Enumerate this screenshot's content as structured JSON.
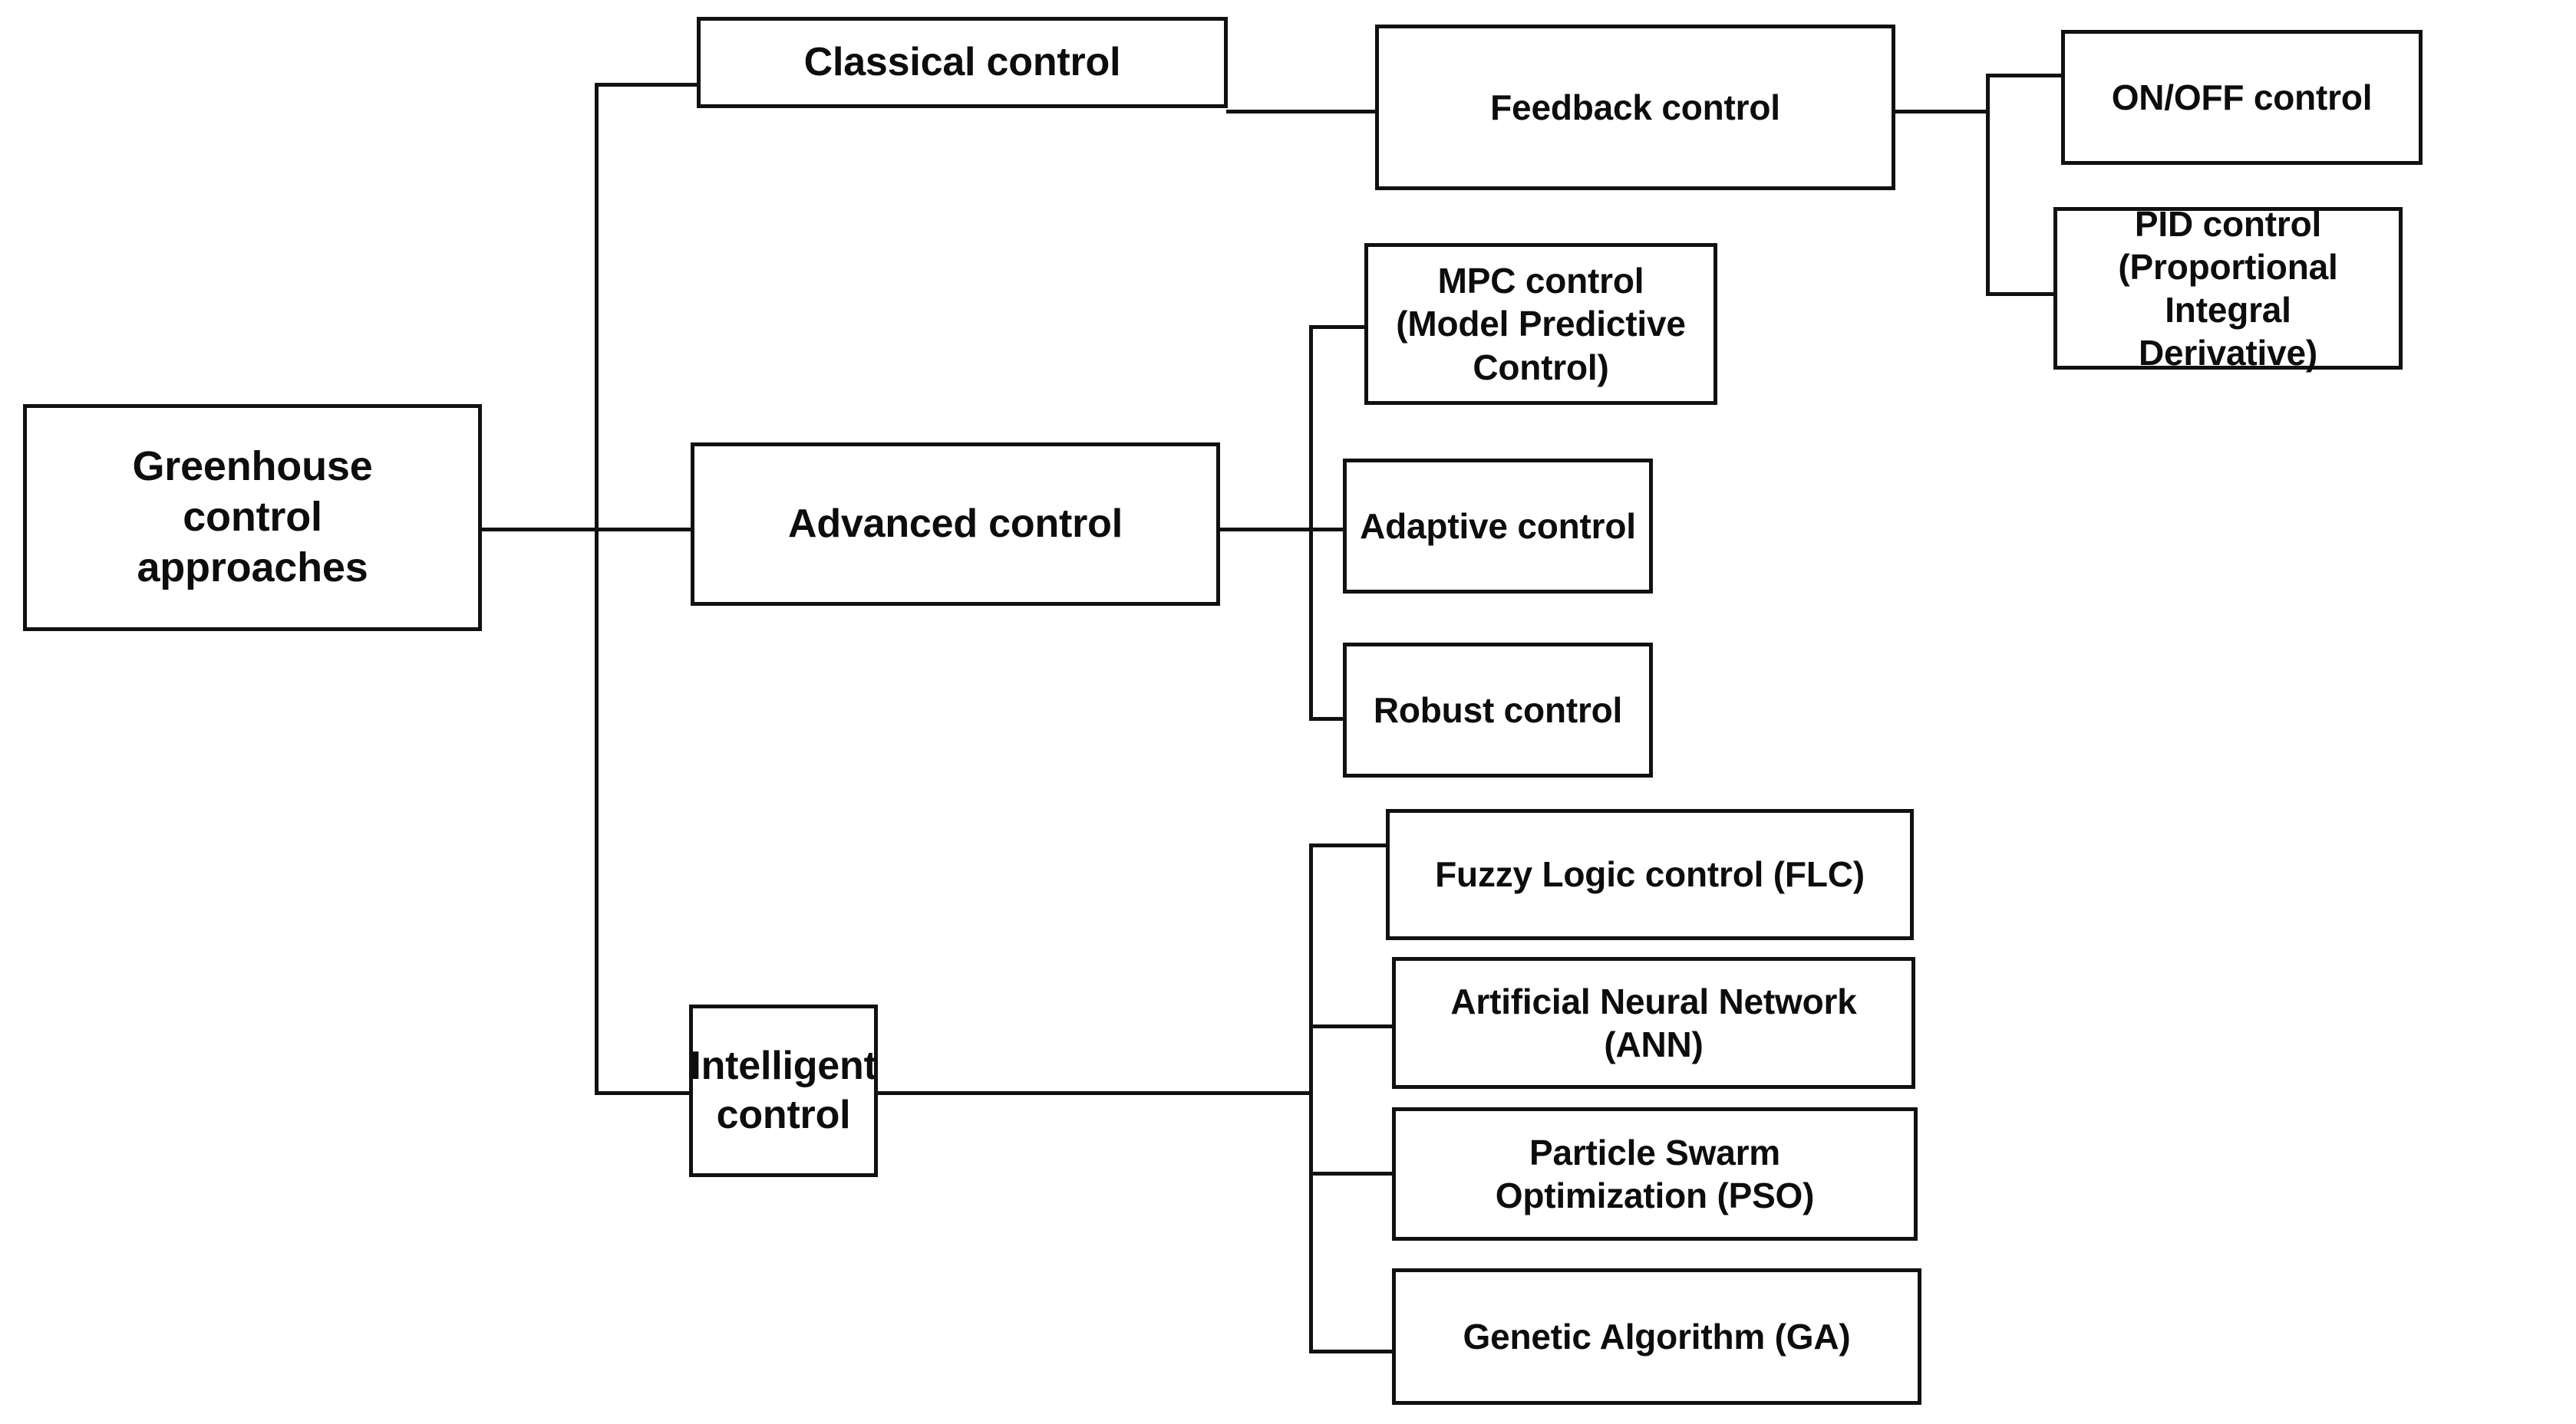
{
  "diagram": {
    "title": "Greenhouse control approaches taxonomy",
    "type": "tree",
    "orientation": "left-to-right",
    "line_color": "#111111",
    "box_fill": "#ffffff",
    "text_color": "#0d0d0d"
  },
  "root": {
    "label": "Greenhouse\ncontrol\napproaches"
  },
  "level2": [
    {
      "id": "classical",
      "label": "Classical control"
    },
    {
      "id": "advanced",
      "label": "Advanced control"
    },
    {
      "id": "intelligent",
      "label": "Intelligent control"
    }
  ],
  "classical_children": [
    {
      "id": "feedback",
      "label": "Feedback control"
    }
  ],
  "feedback_children": [
    {
      "id": "onoff",
      "label": "ON/OFF control"
    },
    {
      "id": "pid",
      "label": "PID control\n(Proportional Integral\nDerivative)"
    }
  ],
  "advanced_children": [
    {
      "id": "mpc",
      "label": "MPC control\n(Model Predictive\nControl)"
    },
    {
      "id": "adaptive",
      "label": "Adaptive control"
    },
    {
      "id": "robust",
      "label": "Robust control"
    }
  ],
  "intelligent_children": [
    {
      "id": "flc",
      "label": "Fuzzy Logic control (FLC)"
    },
    {
      "id": "ann",
      "label": "Artificial Neural Network\n(ANN)"
    },
    {
      "id": "pso",
      "label": "Particle Swarm\nOptimization (PSO)"
    },
    {
      "id": "ga",
      "label": "Genetic Algorithm (GA)"
    }
  ]
}
